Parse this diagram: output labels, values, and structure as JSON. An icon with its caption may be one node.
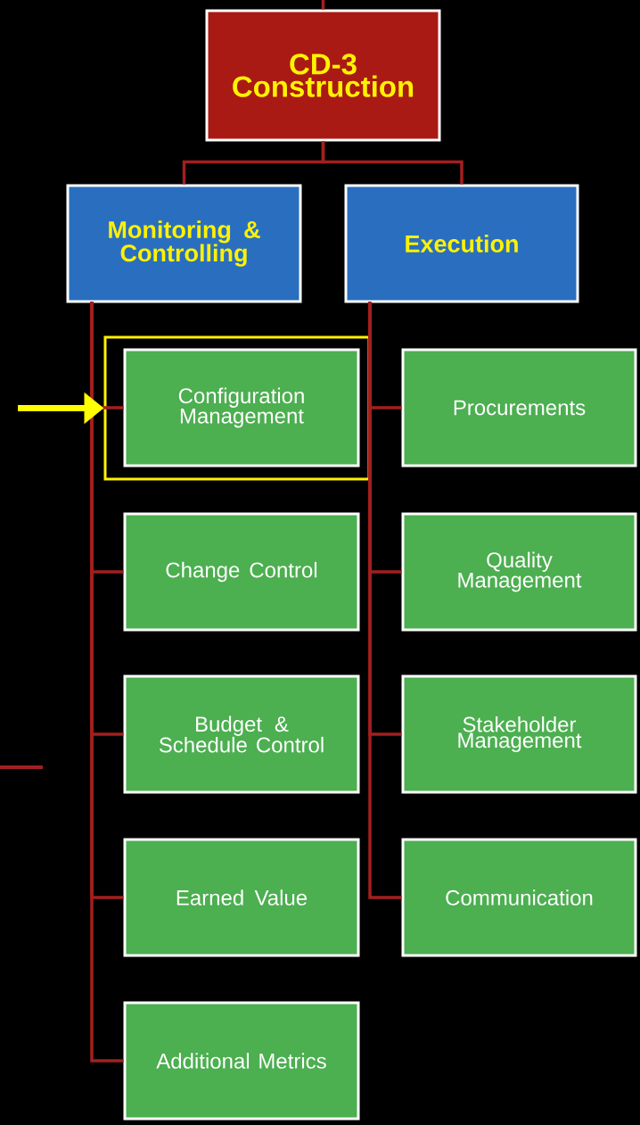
{
  "diagram": {
    "nodes": [
      {
        "text": [
          "CD-3 Construction"
        ]
      },
      {
        "text": [
          "Monitoring & Controlling"
        ]
      },
      {
        "text": [
          "Execution"
        ]
      },
      {
        "text": [],
        "shape": "box"
      },
      {
        "text": [
          "Configuration Management"
        ],
        "in": 3
      },
      {
        "text": [
          "Change Control"
        ]
      },
      {
        "text": [
          "Budget & Schedule Control"
        ]
      },
      {
        "text": [
          "Earned Value"
        ]
      },
      {
        "text": [
          "Additional Metrics"
        ]
      },
      {
        "text": [
          "Procurements"
        ]
      },
      {
        "text": [
          "Quality Management"
        ]
      },
      {
        "text": [
          "Stakeholder Management"
        ]
      },
      {
        "text": [
          "Communication"
        ]
      }
    ],
    "edges": [
      {
        "from": null,
        "to": 0,
        "arrow": "none"
      },
      {
        "from": 0,
        "to": 1,
        "arrow": "none"
      },
      {
        "from": 0,
        "to": 2,
        "arrow": "none"
      },
      {
        "from": 1,
        "to": 4,
        "arrow": "none"
      },
      {
        "from": 1,
        "to": 5,
        "arrow": "none"
      },
      {
        "from": 1,
        "to": 6,
        "arrow": "none"
      },
      {
        "from": 1,
        "to": 7,
        "arrow": "none"
      },
      {
        "from": 1,
        "to": 8,
        "arrow": "none"
      },
      {
        "from": 2,
        "to": 9,
        "arrow": "none"
      },
      {
        "from": 2,
        "to": 10,
        "arrow": "none"
      },
      {
        "from": 2,
        "to": 11,
        "arrow": "none"
      },
      {
        "from": 2,
        "to": 12,
        "arrow": "none"
      },
      {
        "from": null,
        "to": 3,
        "arrow": "to",
        "style": "thick",
        "color": "#ffff00"
      }
    ]
  }
}
